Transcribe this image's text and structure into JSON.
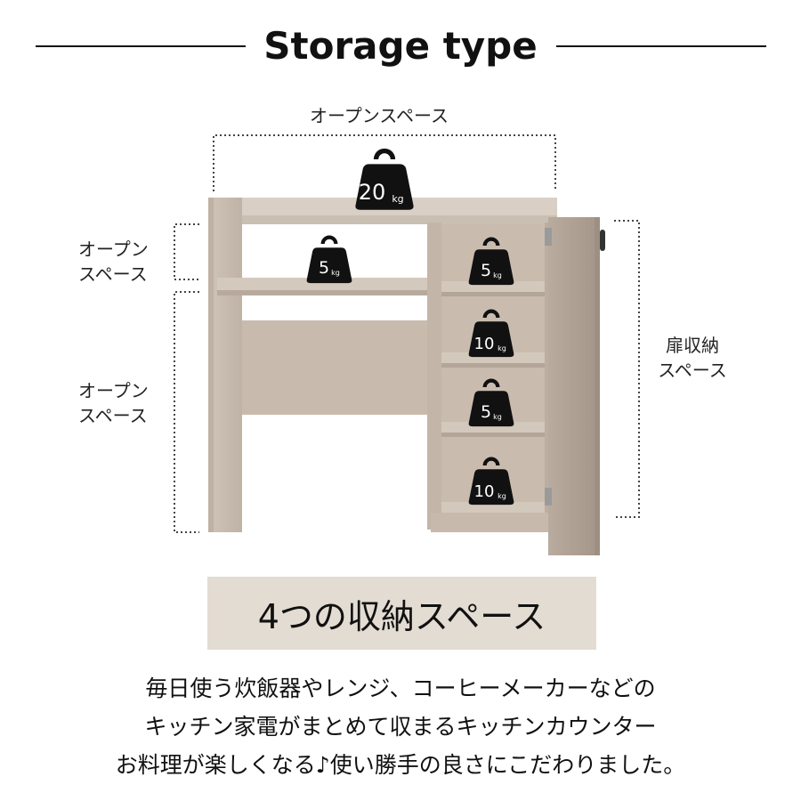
{
  "header": {
    "title": "Storage type"
  },
  "labels": {
    "top": "オープンスペース",
    "upper_left_line1": "オープン",
    "upper_left_line2": "スペース",
    "lower_left_line1": "オープン",
    "lower_left_line2": "スペース",
    "right_line1": "扉収納",
    "right_line2": "スペース"
  },
  "weights": {
    "top": {
      "value": "20",
      "unit": "kg"
    },
    "left_shelf": {
      "value": "5",
      "unit": "kg"
    },
    "right_shelf_1": {
      "value": "5",
      "unit": "kg"
    },
    "right_shelf_2": {
      "value": "10",
      "unit": "kg"
    },
    "right_shelf_3": {
      "value": "5",
      "unit": "kg"
    },
    "right_shelf_4": {
      "value": "10",
      "unit": "kg"
    }
  },
  "banner": {
    "text": "4つの収納スペース"
  },
  "description": {
    "line1": "毎日使う炊飯器やレンジ、コーヒーメーカーなどの",
    "line2": "キッチン家電がまとめて収まるキッチンカウンター",
    "line3": "お料理が楽しくなる♪使い勝手の良さにこだわりました。"
  },
  "colors": {
    "wood_light": "#d6ccc2",
    "wood_mid": "#c4b8ab",
    "wood_dark": "#a99c8f",
    "weight_fill": "#111111",
    "banner_bg": "#e3dcd2"
  }
}
